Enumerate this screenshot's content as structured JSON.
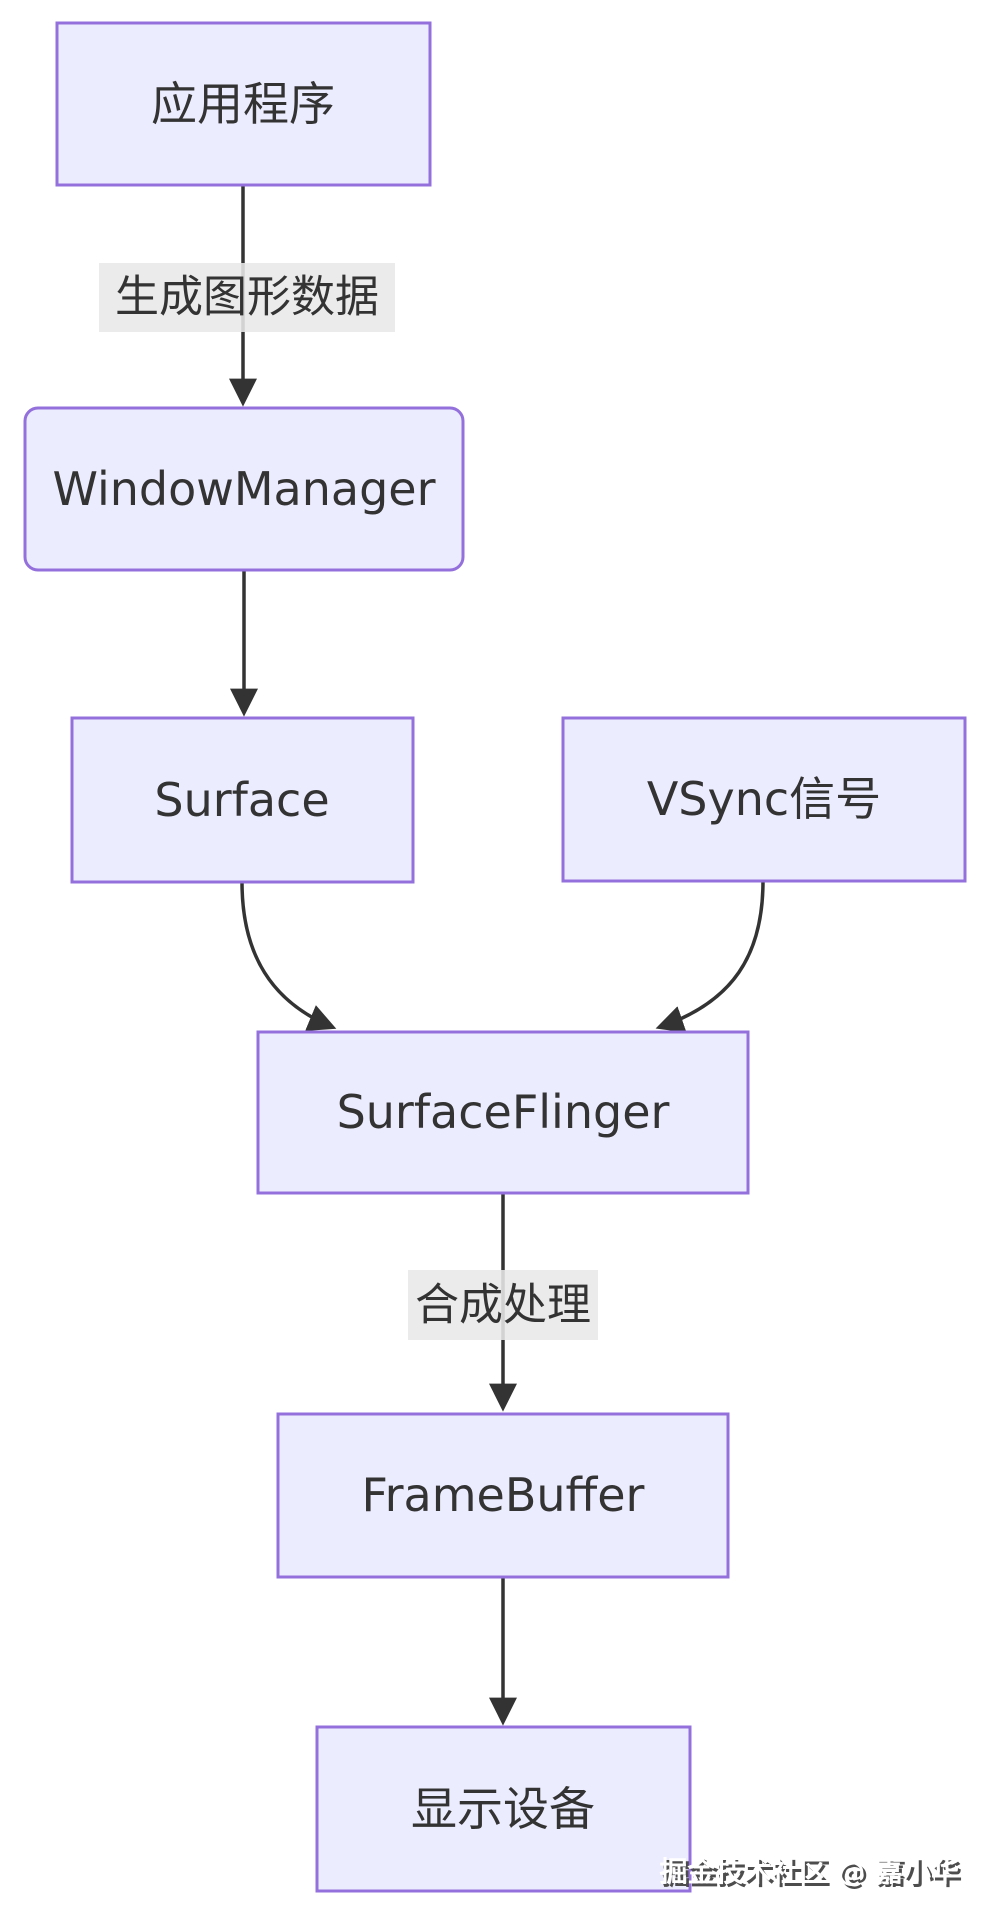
{
  "diagram": {
    "type": "flowchart",
    "direction": "top-down",
    "nodes": [
      {
        "id": "app",
        "label": "应用程序",
        "shape": "rect"
      },
      {
        "id": "windowmanager",
        "label": "WindowManager",
        "shape": "rounded-rect"
      },
      {
        "id": "surface",
        "label": "Surface",
        "shape": "rect"
      },
      {
        "id": "vsync",
        "label": "VSync信号",
        "shape": "rect"
      },
      {
        "id": "surfaceflinger",
        "label": "SurfaceFlinger",
        "shape": "rect"
      },
      {
        "id": "framebuffer",
        "label": "FrameBuffer",
        "shape": "rect"
      },
      {
        "id": "display",
        "label": "显示设备",
        "shape": "rect"
      }
    ],
    "edges": [
      {
        "from": "app",
        "to": "windowmanager",
        "label": "生成图形数据"
      },
      {
        "from": "windowmanager",
        "to": "surface",
        "label": ""
      },
      {
        "from": "surface",
        "to": "surfaceflinger",
        "label": ""
      },
      {
        "from": "vsync",
        "to": "surfaceflinger",
        "label": ""
      },
      {
        "from": "surfaceflinger",
        "to": "framebuffer",
        "label": "合成处理"
      },
      {
        "from": "framebuffer",
        "to": "display",
        "label": ""
      }
    ],
    "colors": {
      "node_fill": "#ECECFF",
      "node_border": "#9370DB",
      "edge_line": "#333333",
      "edge_label_bg": "#e8e8e8",
      "text": "#333333",
      "background": "#ffffff",
      "watermark_text": "#ffffff",
      "watermark_shadow": "#4d4d4d"
    }
  },
  "watermark": {
    "text": "掘金技术社区 @ 嘉小华"
  }
}
